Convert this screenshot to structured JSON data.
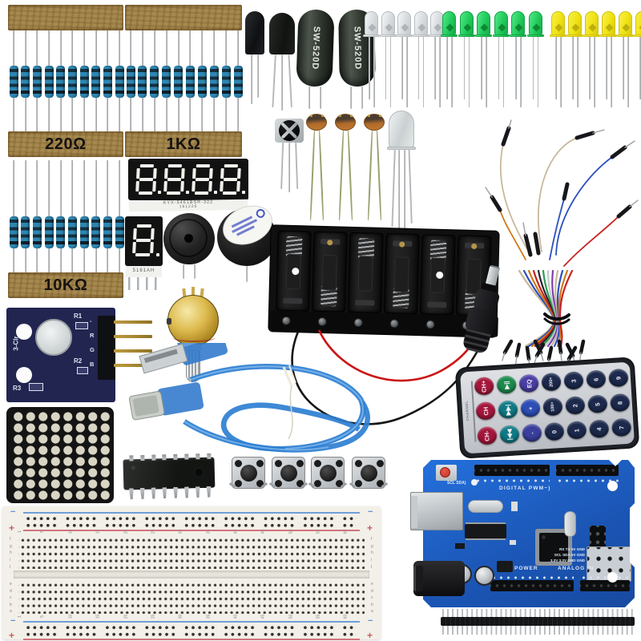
{
  "product": "arduino-uno-starter-kit-components-photo",
  "strips": [
    {
      "label": "220Ω",
      "count": 10
    },
    {
      "label": "1KΩ",
      "count": 10
    },
    {
      "label": "10KΩ",
      "count": 10
    }
  ],
  "tilt_switch": {
    "label": "SW-520D",
    "count": 2
  },
  "leds": {
    "white": 5,
    "green": 6,
    "yellow": 6,
    "white_color": "#e9edee",
    "green_color": "#2fd567",
    "yellow_color": "#f2e620"
  },
  "ldr_count": 3,
  "display4": {
    "digits": 4,
    "part": "KYX-5461BSR-322",
    "batch": "161226"
  },
  "display1": {
    "digits": 1,
    "part": "5161AH"
  },
  "rgb_module": {
    "corner": "3-CIr",
    "r1": "R1",
    "r2": "R2",
    "r3": "R3",
    "pins": [
      "-",
      "R",
      "G",
      "B"
    ]
  },
  "matrix": {
    "rows": 8,
    "cols": 8
  },
  "battery": {
    "slots": 6
  },
  "remote": {
    "channel": "CHANNEL",
    "rows": [
      [
        {
          "t": "CH+",
          "c": "#a5163c"
        },
        {
          "t": "▶||",
          "c": "#1d8a4e"
        },
        {
          "t": "EQ",
          "c": "#4b3fa5"
        },
        {
          "t": "200+",
          "c": "#1d2a4d"
        },
        {
          "t": "3",
          "c": "#1d2a4d"
        },
        {
          "t": "6",
          "c": "#1d2a4d"
        },
        {
          "t": "9",
          "c": "#1d2a4d"
        }
      ],
      [
        {
          "t": "CH",
          "c": "#a5163c"
        },
        {
          "t": "▶▶|",
          "c": "#0f7a85"
        },
        {
          "t": "+",
          "c": "#2d4fb5"
        },
        {
          "t": "100+",
          "c": "#1d2a4d"
        },
        {
          "t": "2",
          "c": "#1d2a4d"
        },
        {
          "t": "5",
          "c": "#1d2a4d"
        },
        {
          "t": "8",
          "c": "#1d2a4d"
        }
      ],
      [
        {
          "t": "CH-",
          "c": "#a5163c"
        },
        {
          "t": "|◀◀",
          "c": "#0f7a85"
        },
        {
          "t": "-",
          "c": "#3a3f9e"
        },
        {
          "t": "0",
          "c": "#1d2a4d"
        },
        {
          "t": "1",
          "c": "#1d2a4d"
        },
        {
          "t": "4",
          "c": "#1d2a4d"
        },
        {
          "t": "7",
          "c": "#1d2a4d"
        }
      ]
    ]
  },
  "arduino": {
    "digital": "DIGITAL PWM~)",
    "scl": "SCL SDA)",
    "power": "POWER",
    "analog": "ANALOG IN",
    "io1": "RX TX 5V GND",
    "io2": "SCL SDA 5V GND",
    "io3": "3.3V 3.3V GND GND"
  },
  "breadboard": {
    "plus": "+",
    "minus": "−",
    "letters_top": [
      "f",
      "g",
      "h",
      "i",
      "j"
    ],
    "letters_bottom": [
      "e",
      "d",
      "c",
      "b",
      "a"
    ],
    "numbers": [
      1,
      5,
      10,
      15,
      20,
      25,
      30,
      35,
      40,
      45,
      50,
      55,
      60
    ],
    "columns": 63
  },
  "header_strip": {
    "pins": 40
  },
  "buttons": {
    "count": 4
  },
  "ic": {
    "pins_per_side": 8
  },
  "jumpers": {
    "colors": [
      "#c9b89a",
      "#2a50c0",
      "#cf7a1a",
      "#c82222",
      "#23262c",
      "#2f9a55",
      "#c5c8cc",
      "#7a3fb0"
    ]
  },
  "colors": {
    "arduino_pcb": "#2063c8",
    "module_pcb": "#222550",
    "breadboard": "#f2f0e8",
    "usb_cable": "#2e7fd2",
    "kraft_tape": "#a6894f",
    "resistor_body": "#2e86b2"
  }
}
